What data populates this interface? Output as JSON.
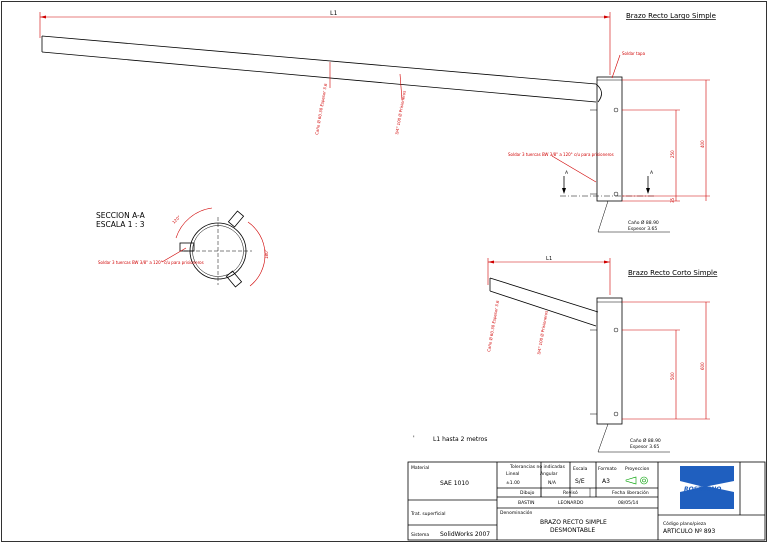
{
  "drawing": {
    "dimension_l1_top": "L1",
    "dimension_l1_bottom": "L1",
    "title_long": "Brazo Recto Largo Simple",
    "title_short": "Brazo Recto Corto Simple",
    "weld_top": "Soldar tapa",
    "weld_bolts": "Soldar 3 tuercas BW 3/8\" a 120° c/u para prisioneros",
    "weld_bolts_section": "Soldar 3 tuercas BW 3/8\" a 120° c/u para prisioneros",
    "tube_long_label": "Caño Ø 60.30 Espesor 3.6",
    "tube_long_inner": "3/4\" 100 Ø Prisioneros",
    "tube_short_label": "Caño Ø 60.30 Espesor 3.6",
    "tube_short_inner": "3/4\" 100 Ø Prisioneros",
    "pipe_long_label_1": "Caño Ø 88.90",
    "pipe_long_label_2": "Espesor 3.65",
    "pipe_short_label_1": "Caño Ø 88.90",
    "pipe_short_label_2": "Espesor 3.65",
    "section_label_1": "SECCION A-A",
    "section_label_2": "ESCALA 1 : 3",
    "section_mark_left": "A",
    "section_mark_right": "A",
    "dim_250": "250",
    "dim_400": "400",
    "dim_500": "500",
    "dim_35": "35",
    "dim_120": "120°",
    "dim_180": "180°",
    "dim_500b": "500",
    "dim_600": "600",
    "note_l1": "L1 hasta 2 metros",
    "note_bullet": "'"
  },
  "title_block": {
    "material_label": "Material",
    "material_value": "SAE 1010",
    "tolerance_label": "Tolerancias no indicadas",
    "linear_label": "Lineal",
    "linear_value": "±1.00",
    "angular_label": "Angular",
    "angular_value": "N/A",
    "scale_label": "Escala",
    "scale_value": "S/E",
    "format_label": "Formato",
    "format_value": "A3",
    "projection_label": "Proyeccion",
    "surface_label": "Trat. superficial",
    "drawn_label": "Dibujo",
    "drawn_value": "BASTIN",
    "reviewed_label": "Revisó",
    "reviewed_value": "LEONARDO",
    "date_label": "Fecha liberación",
    "date_value": "08/05/14",
    "denomination_label": "Denominación",
    "denomination_line1": "BRAZO RECTO SIMPLE",
    "denomination_line2": "DESMONTABLE",
    "system_label": "Sistema",
    "system_value": "SolidWorks 2007",
    "brand": "ROSTAGNO",
    "code_label": "Código plano/pieza",
    "code_value": "ARTICULO Nº 893"
  }
}
